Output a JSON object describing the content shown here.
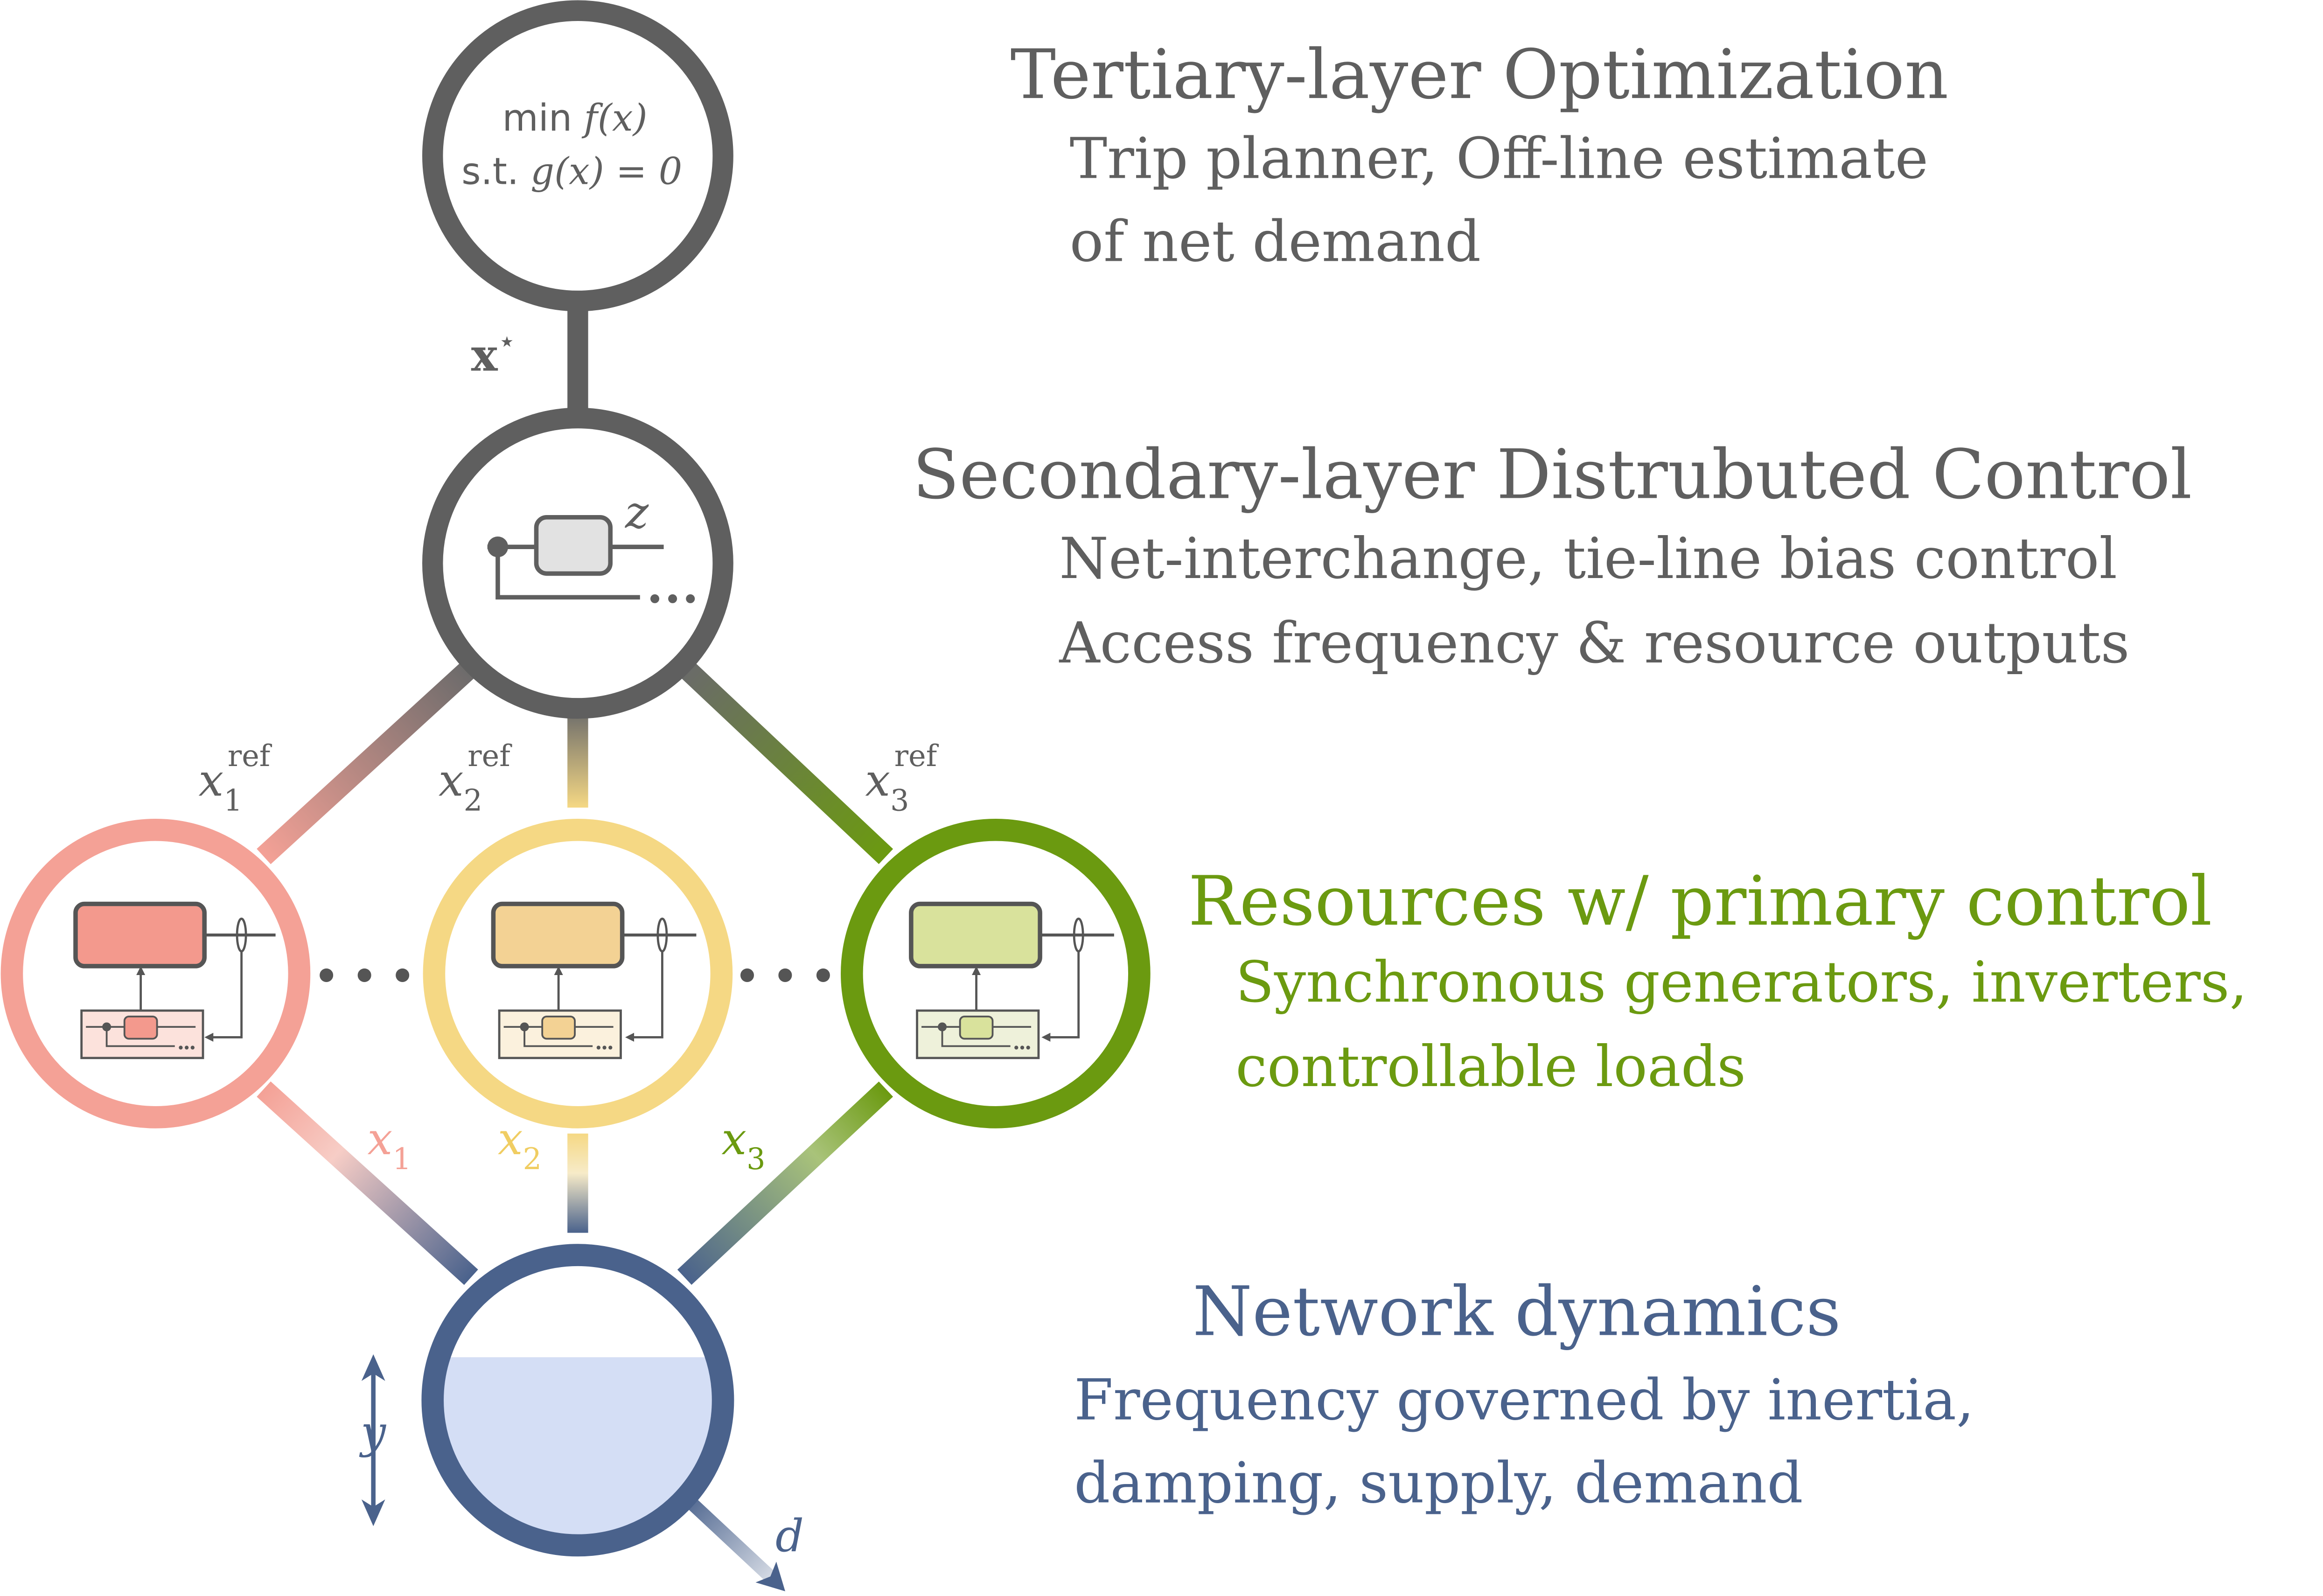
{
  "colors": {
    "gray": "#5f5f5f",
    "gray_light": "#e2e2e2",
    "red": "#f4a196",
    "red_fill": "#f3998d",
    "red_pale": "#fce2dc",
    "yellow": "#f5d884",
    "yellow_fill": "#f3d294",
    "yellow_pale": "#fbf1dd",
    "green": "#6b9a10",
    "green_fill": "#d9e29c",
    "green_pale": "#eef1da",
    "blue": "#4a628c",
    "blue_fill": "#d4def5"
  },
  "layers": {
    "tertiary": {
      "title": "Tertiary-layer Optimization",
      "lines": [
        "Trip planner, Off-line estimate",
        "of net demand"
      ],
      "node": {
        "line1_prefix": "min ",
        "line1_math": "f(x)",
        "line2_prefix": "s.t. ",
        "line2_math": "g(x) = 0"
      }
    },
    "secondary": {
      "title": "Secondary-layer Distrubuted Control",
      "lines": [
        "Net-interchange, tie-line bias control",
        "Access frequency & resource outputs"
      ],
      "node": {
        "label": "z",
        "dots": "..."
      }
    },
    "primary": {
      "title": "Resources w/ primary control",
      "lines": [
        "Synchronous generators, inverters,",
        "controllable loads"
      ]
    },
    "network": {
      "title": "Network dynamics",
      "lines": [
        "Frequency governed by inertia,",
        "damping, supply, demand"
      ]
    }
  },
  "edge_labels": {
    "xstar": {
      "base": "x",
      "sup": "⋆"
    },
    "x1ref": {
      "base": "x",
      "sub": "1",
      "sup": "ref"
    },
    "x2ref": {
      "base": "x",
      "sub": "2",
      "sup": "ref"
    },
    "x3ref": {
      "base": "x",
      "sub": "3",
      "sup": "ref"
    },
    "x1": {
      "base": "x",
      "sub": "1"
    },
    "x2": {
      "base": "x",
      "sub": "2"
    },
    "x3": {
      "base": "x",
      "sub": "3"
    },
    "y": "y",
    "d": "d"
  },
  "ellipsis": "• • •"
}
